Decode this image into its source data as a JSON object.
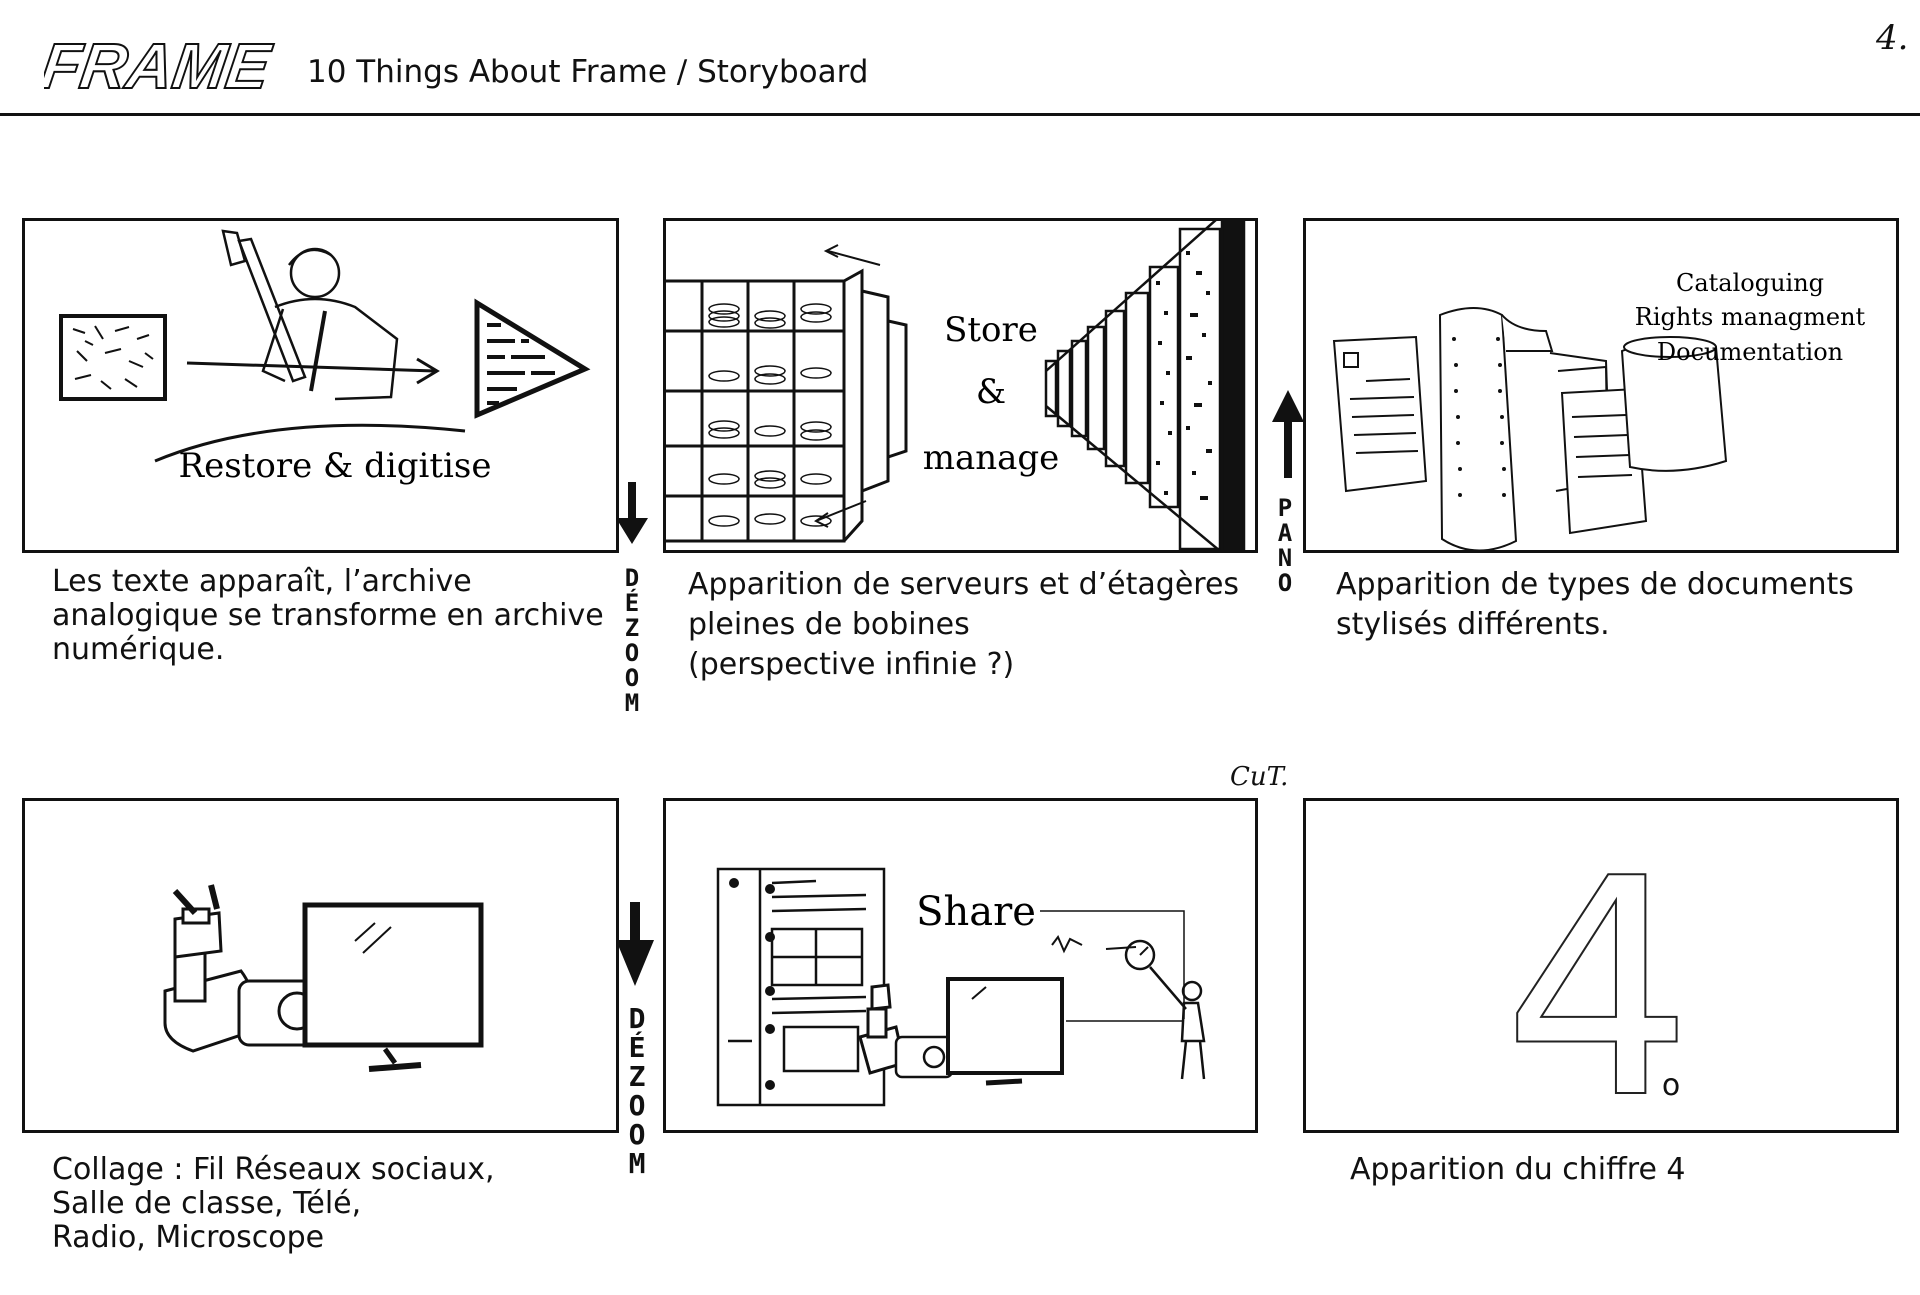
{
  "header": {
    "logo": "FRAME",
    "title": "10 Things About Frame / Storyboard",
    "page_number": "4."
  },
  "panels": [
    {
      "scene_text": "Restore & digitise",
      "caption": "Les texte apparaît, l’archive\nanalogique se transforme en archive\nnumérique."
    },
    {
      "scene_text_1": "Store",
      "scene_text_2": "&",
      "scene_text_3": "manage",
      "caption": "Apparition de serveurs et d’étagères\npleines de bobines\n(perspective infinie ?)"
    },
    {
      "scene_text_1": "Cataloguing",
      "scene_text_2": "Rights managment",
      "scene_text_3": "Documentation",
      "caption": "Apparition de types de documents\nstylisés différents."
    },
    {
      "caption": "Collage : Fil Réseaux sociaux,\nSalle de classe, Télé,\nRadio, Microscope"
    },
    {
      "scene_text": "Share",
      "caption": ""
    },
    {
      "scene_text": "4",
      "scene_text_small": "o",
      "caption": "Apparition du chiffre 4"
    }
  ],
  "transitions": {
    "dezoom_1": "DÉZOOM",
    "pano": "PANO",
    "cut": "CuT.",
    "dezoom_2": "DÉZOOM"
  },
  "icons": [
    "arrow-down-icon",
    "arrow-up-icon",
    "microscope-icon",
    "radio-icon",
    "tv-icon",
    "twitter-icon",
    "presenter-icon",
    "film-reel-icon"
  ]
}
